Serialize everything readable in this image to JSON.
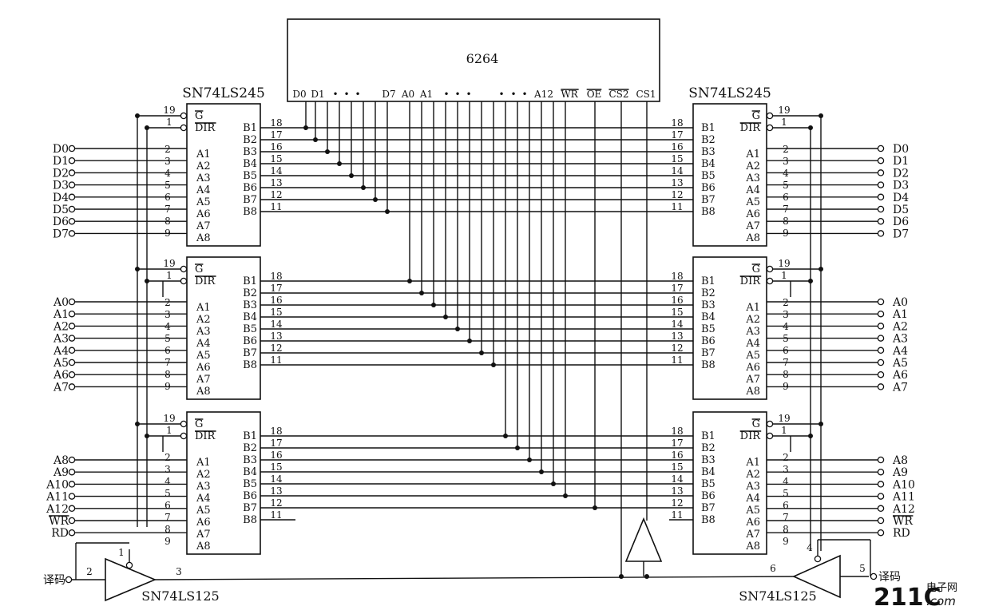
{
  "memory": {
    "name": "6264",
    "pins": [
      {
        "label": "D0",
        "bar": false
      },
      {
        "label": "D1",
        "bar": false
      },
      {
        "label": "•",
        "bar": false
      },
      {
        "label": "•",
        "bar": false
      },
      {
        "label": "•",
        "bar": false
      },
      {
        "label": "D7",
        "bar": false
      },
      {
        "label": "A0",
        "bar": false
      },
      {
        "label": "A1",
        "bar": false
      },
      {
        "label": "•",
        "bar": false
      },
      {
        "label": "•",
        "bar": false
      },
      {
        "label": "•",
        "bar": false
      },
      {
        "label": "•",
        "bar": false
      },
      {
        "label": "•",
        "bar": false
      },
      {
        "label": "•",
        "bar": false
      },
      {
        "label": "A12",
        "bar": false
      },
      {
        "label": "WR",
        "bar": true
      },
      {
        "label": "OE",
        "bar": true
      },
      {
        "label": "CS2",
        "bar": true
      },
      {
        "label": "CS1",
        "bar": false
      }
    ]
  },
  "chips": [
    {
      "title": "SN74LS245",
      "ctrl_pins": [
        {
          "label": "G",
          "bar": true,
          "num": "19"
        },
        {
          "label": "DIR",
          "bar": true,
          "num": "1"
        }
      ],
      "a_pins": [
        "A1",
        "A2",
        "A3",
        "A4",
        "A5",
        "A6",
        "A7",
        "A8"
      ],
      "a_nums": [
        "2",
        "3",
        "4",
        "5",
        "6",
        "7",
        "8",
        "9"
      ],
      "b_pins": [
        "B1",
        "B2",
        "B3",
        "B4",
        "B5",
        "B6",
        "B7",
        "B8"
      ],
      "b_nums": [
        "18",
        "17",
        "16",
        "15",
        "14",
        "13",
        "12",
        "11"
      ],
      "io": [
        "D0",
        "D1",
        "D2",
        "D3",
        "D4",
        "D5",
        "D6",
        "D7"
      ]
    },
    {
      "title": "",
      "ctrl_pins": [
        {
          "label": "G",
          "bar": true,
          "num": "19"
        },
        {
          "label": "DIR",
          "bar": true,
          "num": "1"
        }
      ],
      "a_pins": [
        "A1",
        "A2",
        "A3",
        "A4",
        "A5",
        "A6",
        "A7",
        "A8"
      ],
      "a_nums": [
        "2",
        "3",
        "4",
        "5",
        "6",
        "7",
        "8",
        "9"
      ],
      "b_pins": [
        "B1",
        "B2",
        "B3",
        "B4",
        "B5",
        "B6",
        "B7",
        "B8"
      ],
      "b_nums": [
        "18",
        "17",
        "16",
        "15",
        "14",
        "13",
        "12",
        "11"
      ],
      "io": [
        "A0",
        "A1",
        "A2",
        "A3",
        "A4",
        "A5",
        "A6",
        "A7"
      ]
    },
    {
      "title": "",
      "ctrl_pins": [
        {
          "label": "G",
          "bar": true,
          "num": "19"
        },
        {
          "label": "DIR",
          "bar": true,
          "num": "1"
        }
      ],
      "a_pins": [
        "A1",
        "A2",
        "A3",
        "A4",
        "A5",
        "A6",
        "A7",
        "A8"
      ],
      "a_nums": [
        "2",
        "3",
        "4",
        "5",
        "6",
        "7",
        "8",
        "9"
      ],
      "b_pins": [
        "B1",
        "B2",
        "B3",
        "B4",
        "B5",
        "B6",
        "B7",
        "B8"
      ],
      "b_nums": [
        "18",
        "17",
        "16",
        "15",
        "14",
        "13",
        "12",
        "11"
      ],
      "io": [
        "A8",
        "A9",
        "A10",
        "A11",
        "A12",
        "WR",
        "RD"
      ]
    },
    {
      "title": "SN74LS245",
      "ctrl_pins": [
        {
          "label": "G",
          "bar": true,
          "num": "19"
        },
        {
          "label": "DIR",
          "bar": true,
          "num": "1"
        }
      ],
      "a_pins": [
        "A1",
        "A2",
        "A3",
        "A4",
        "A5",
        "A6",
        "A7",
        "A8"
      ],
      "a_nums": [
        "2",
        "3",
        "4",
        "5",
        "6",
        "7",
        "8",
        "9"
      ],
      "b_pins": [
        "B1",
        "B2",
        "B3",
        "B4",
        "B5",
        "B6",
        "B7",
        "B8"
      ],
      "b_nums": [
        "18",
        "17",
        "16",
        "15",
        "14",
        "13",
        "12",
        "11"
      ],
      "io": [
        "D0",
        "D1",
        "D2",
        "D3",
        "D4",
        "D5",
        "D6",
        "D7"
      ]
    },
    {
      "title": "",
      "ctrl_pins": [
        {
          "label": "G",
          "bar": true,
          "num": "19"
        },
        {
          "label": "DIR",
          "bar": true,
          "num": "1"
        }
      ],
      "a_pins": [
        "A1",
        "A2",
        "A3",
        "A4",
        "A5",
        "A6",
        "A7",
        "A8"
      ],
      "a_nums": [
        "2",
        "3",
        "4",
        "5",
        "6",
        "7",
        "8",
        "9"
      ],
      "b_pins": [
        "B1",
        "B2",
        "B3",
        "B4",
        "B5",
        "B6",
        "B7",
        "B8"
      ],
      "b_nums": [
        "18",
        "17",
        "16",
        "15",
        "14",
        "13",
        "12",
        "11"
      ],
      "io": [
        "A0",
        "A1",
        "A2",
        "A3",
        "A4",
        "A5",
        "A6",
        "A7"
      ]
    },
    {
      "title": "",
      "ctrl_pins": [
        {
          "label": "G",
          "bar": true,
          "num": "19"
        },
        {
          "label": "DIR",
          "bar": true,
          "num": "1"
        }
      ],
      "a_pins": [
        "A1",
        "A2",
        "A3",
        "A4",
        "A5",
        "A6",
        "A7",
        "A8"
      ],
      "a_nums": [
        "2",
        "3",
        "4",
        "5",
        "6",
        "7",
        "8",
        "9"
      ],
      "b_pins": [
        "B1",
        "B2",
        "B3",
        "B4",
        "B5",
        "B6",
        "B7",
        "B8"
      ],
      "b_nums": [
        "18",
        "17",
        "16",
        "15",
        "14",
        "13",
        "12",
        "11"
      ],
      "io": [
        "A8",
        "A9",
        "A10",
        "A11",
        "A12",
        "WR",
        "RD"
      ]
    }
  ],
  "overbar_io": [
    "WR"
  ],
  "buffers": [
    {
      "title": "SN74LS125",
      "in_num": "2",
      "out_num": "3",
      "ctrl_num": "1",
      "input_label": "译码"
    },
    {
      "title": "SN74LS125",
      "in_num": "5",
      "out_num": "6",
      "ctrl_num": "4",
      "input_label": "译码"
    }
  ],
  "watermark": {
    "brand": "211C",
    "suffix": ".com",
    "cn": "电子网"
  },
  "colors": {
    "ink": "#111111",
    "paper": "#ffffff",
    "watermark": "#e0b3b3"
  }
}
